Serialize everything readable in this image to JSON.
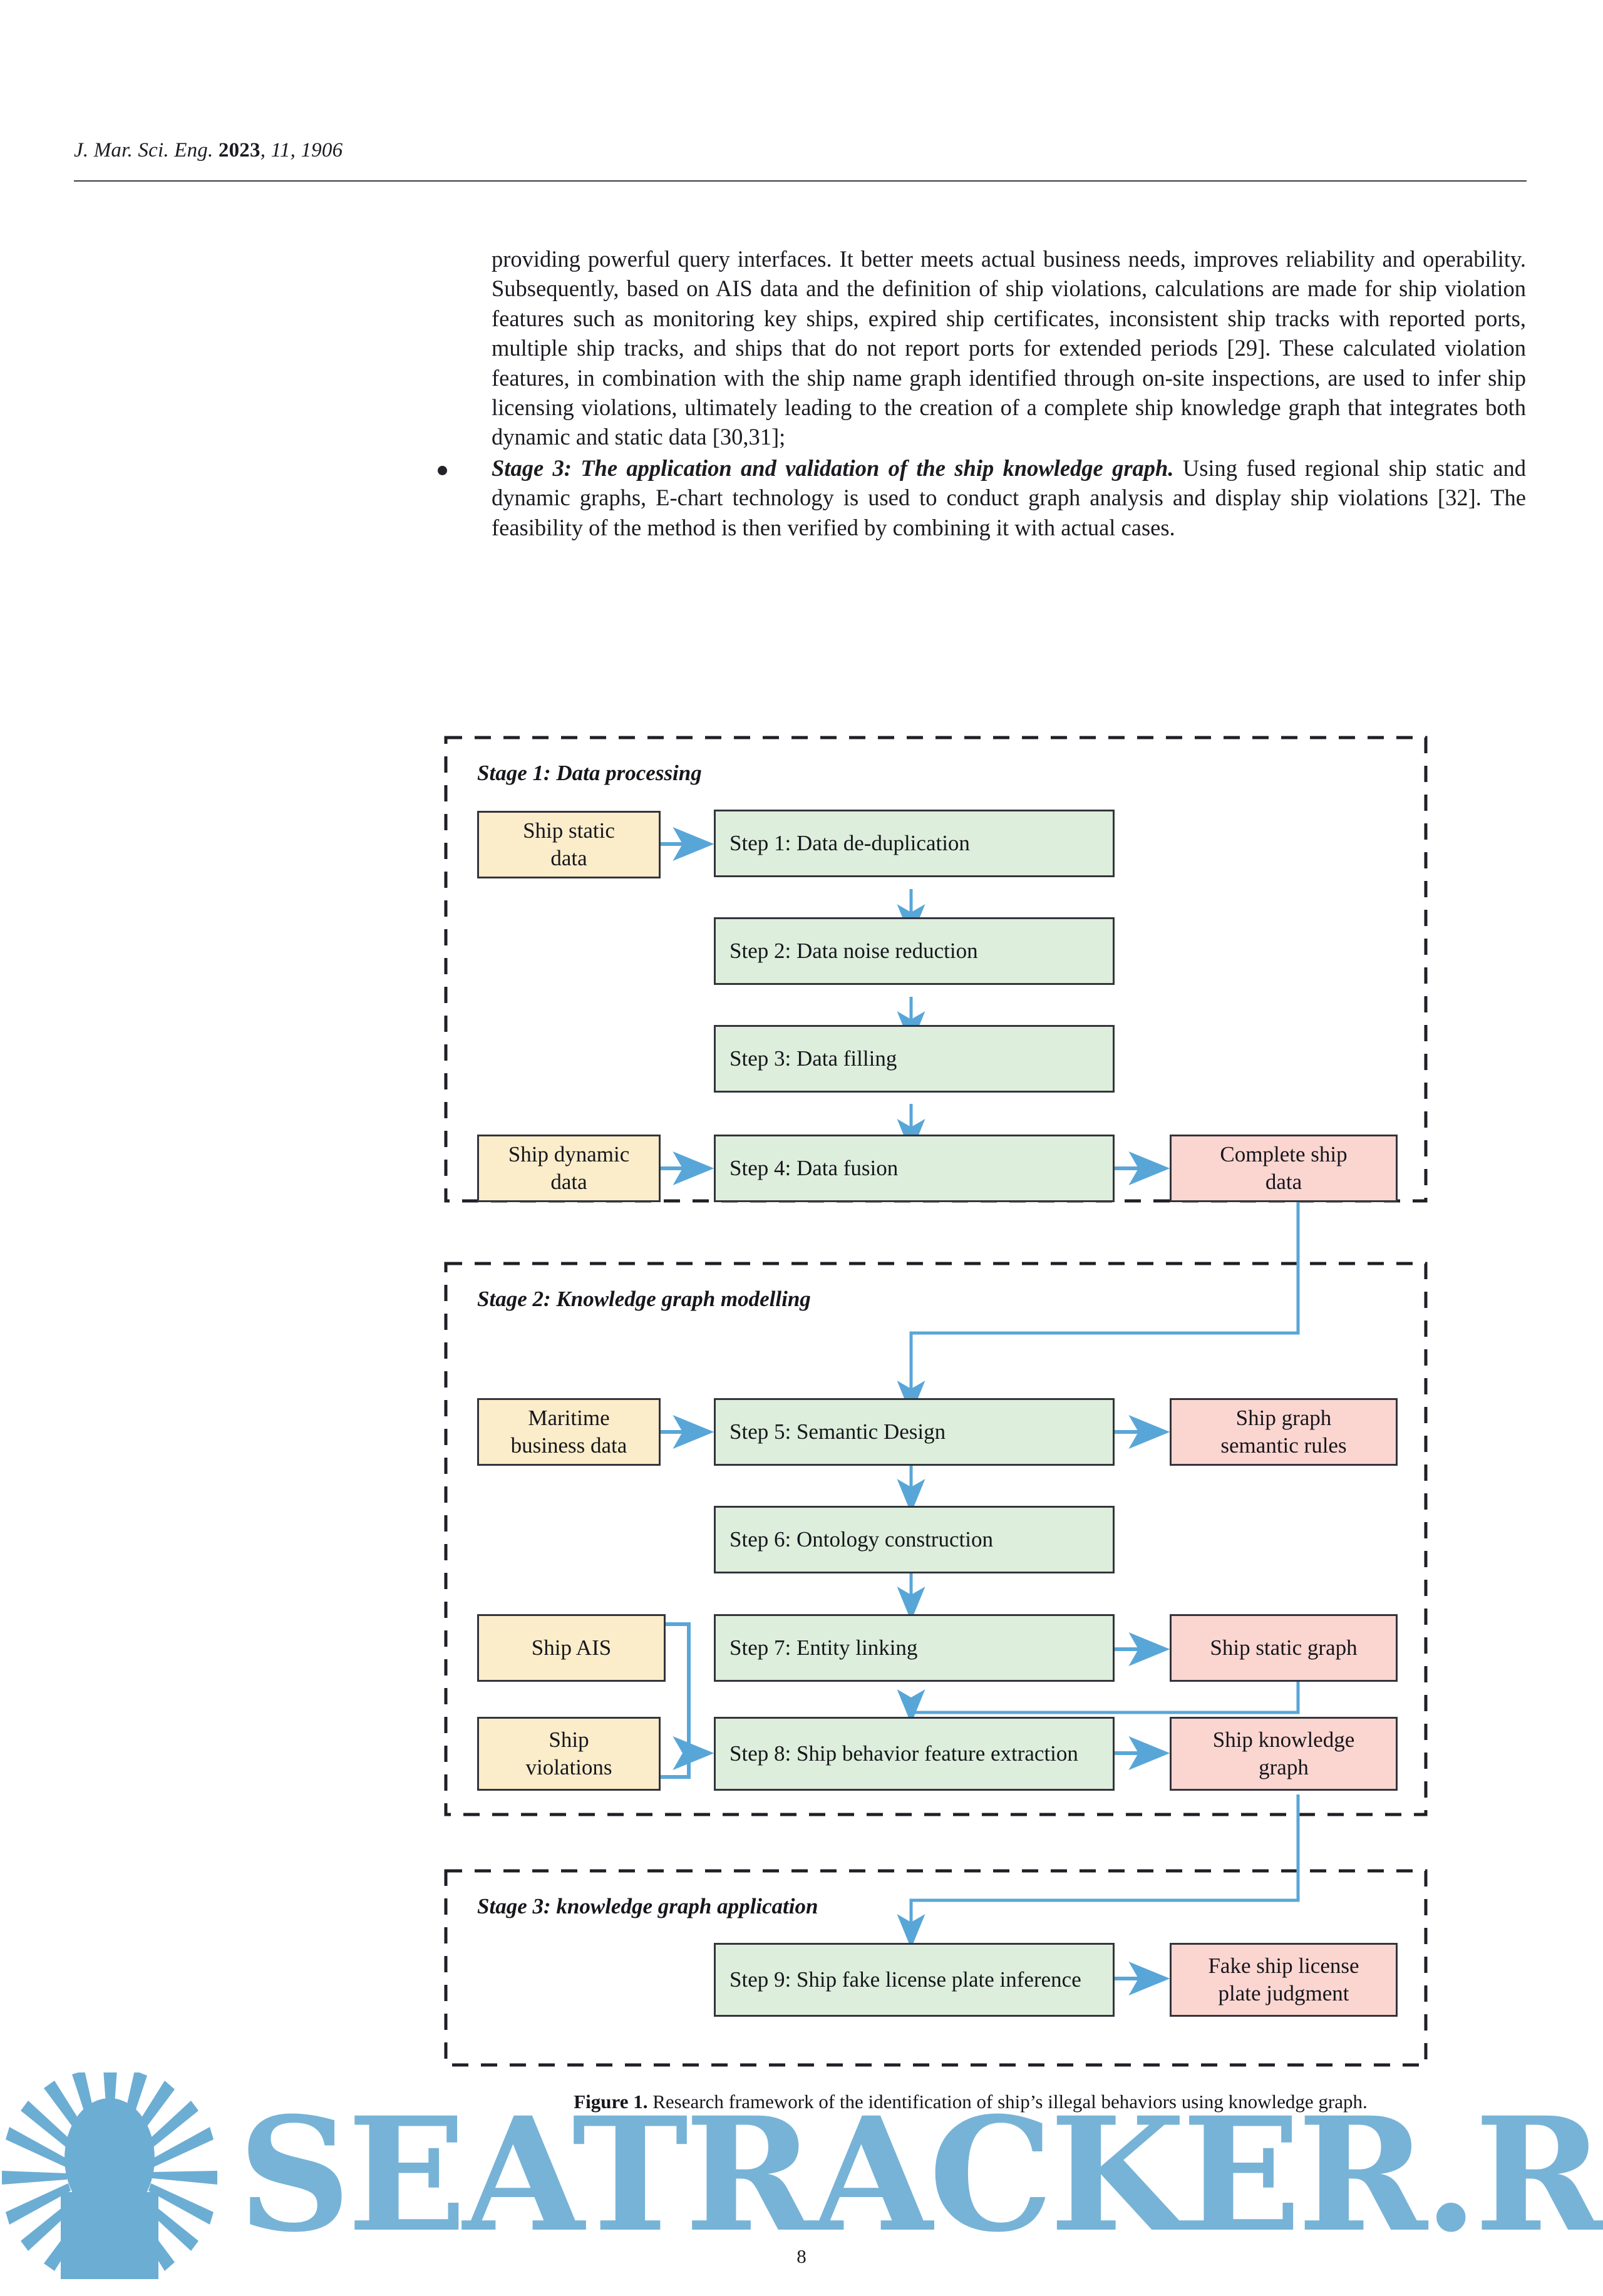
{
  "running_head": {
    "journal": "J. Mar. Sci. Eng.",
    "year": "2023",
    "volume": "11",
    "article": "1906"
  },
  "body": {
    "paragraph": "providing powerful query interfaces. It better meets actual business needs, improves reliability and operability. Subsequently, based on AIS data and the definition of ship violations, calculations are made for ship violation features such as monitoring key ships, expired ship certificates, inconsistent ship tracks with reported ports, multiple ship tracks, and ships that do not report ports for extended periods [29]. These calculated violation features, in combination with the ship name graph identified through on-site inspections, are used to infer ship licensing violations, ultimately leading to the creation of a complete ship knowledge graph that integrates both dynamic and static data [30,31];",
    "bullet": {
      "lead": "Stage 3: The application and validation of the ship knowledge graph.",
      "rest": " Using fused regional ship static and dynamic graphs, E-chart technology is used to conduct graph analysis and display ship violations [32]. The feasibility of the method is then verified by combining it with actual cases."
    }
  },
  "figure": {
    "caption_label": "Figure 1.",
    "caption_text": " Research framework of the identification of ship’s illegal behaviors using knowledge graph.",
    "colors": {
      "input": "#fbedca",
      "process": "#ddeedc",
      "output": "#fbd6d1",
      "border": "#34343c",
      "connector": "#58a6d8",
      "container": "#1f1f26"
    },
    "stages": [
      {
        "title": "Stage 1: Data processing",
        "nodes": [
          {
            "id": "ship-static-data",
            "type": "input",
            "label": "Ship static\ndata"
          },
          {
            "id": "step-1",
            "type": "process",
            "label": "Step 1: Data de-duplication"
          },
          {
            "id": "step-2",
            "type": "process",
            "label": "Step 2: Data noise reduction"
          },
          {
            "id": "step-3",
            "type": "process",
            "label": "Step 3: Data filling"
          },
          {
            "id": "ship-dynamic-data",
            "type": "input",
            "label": "Ship dynamic\ndata"
          },
          {
            "id": "step-4",
            "type": "process",
            "label": "Step 4: Data fusion"
          },
          {
            "id": "complete-ship-data",
            "type": "output",
            "label": "Complete ship\ndata"
          }
        ]
      },
      {
        "title": "Stage 2: Knowledge graph modelling",
        "nodes": [
          {
            "id": "maritime-business-data",
            "type": "input",
            "label": "Maritime\nbusiness data"
          },
          {
            "id": "step-5",
            "type": "process",
            "label": "Step 5: Semantic Design"
          },
          {
            "id": "ship-graph-semantic-rules",
            "type": "output",
            "label": "Ship graph\nsemantic rules"
          },
          {
            "id": "step-6",
            "type": "process",
            "label": "Step 6: Ontology construction"
          },
          {
            "id": "ship-ais",
            "type": "input",
            "label": "Ship AIS"
          },
          {
            "id": "step-7",
            "type": "process",
            "label": "Step 7: Entity linking"
          },
          {
            "id": "ship-static-graph",
            "type": "output",
            "label": "Ship static graph"
          },
          {
            "id": "ship-violations",
            "type": "input",
            "label": "Ship\nviolations"
          },
          {
            "id": "step-8",
            "type": "process",
            "label": "Step 8: Ship behavior feature extraction"
          },
          {
            "id": "ship-knowledge-graph",
            "type": "output",
            "label": "Ship knowledge\ngraph"
          }
        ]
      },
      {
        "title": "Stage 3: knowledge graph application",
        "nodes": [
          {
            "id": "step-9",
            "type": "process",
            "label": "Step 9: Ship fake license plate inference"
          },
          {
            "id": "fake-ship-license-plate-judgment",
            "type": "output",
            "label": "Fake ship license\nplate judgment"
          }
        ]
      }
    ]
  },
  "page_number": "8",
  "watermark": {
    "text": "SEATRACKER.RU",
    "color": "#6cadd4"
  }
}
